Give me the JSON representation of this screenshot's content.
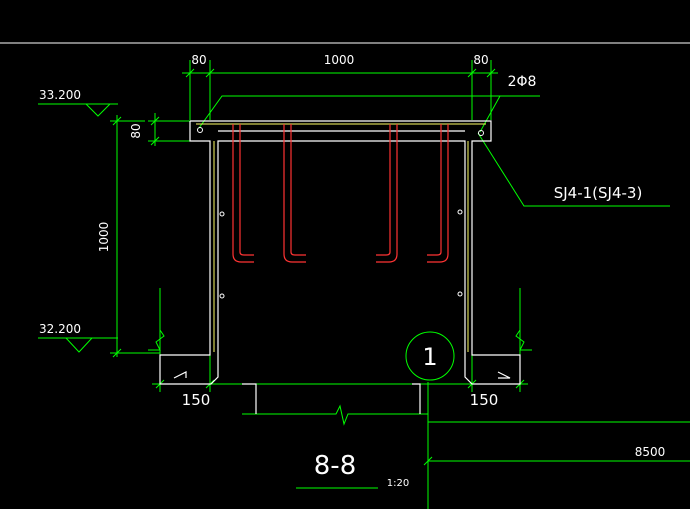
{
  "dims": {
    "left_80": "80",
    "mid_1000": "1000",
    "right_80": "80",
    "height_80": "80",
    "height_1000": "1000",
    "left_150": "150",
    "right_150": "150",
    "span_8500": "8500"
  },
  "elevations": {
    "top": "33.200",
    "bottom": "32.200"
  },
  "labels": {
    "rebar": "2Φ8",
    "ref": "SJ4-1(SJ4-3)",
    "axis": "1",
    "section": "8-8",
    "scale": "1:20"
  },
  "colors": {
    "dim": "#00ff00",
    "concrete": "#ffffff",
    "slab": "#ffff66",
    "rebar": "#ff3333"
  }
}
